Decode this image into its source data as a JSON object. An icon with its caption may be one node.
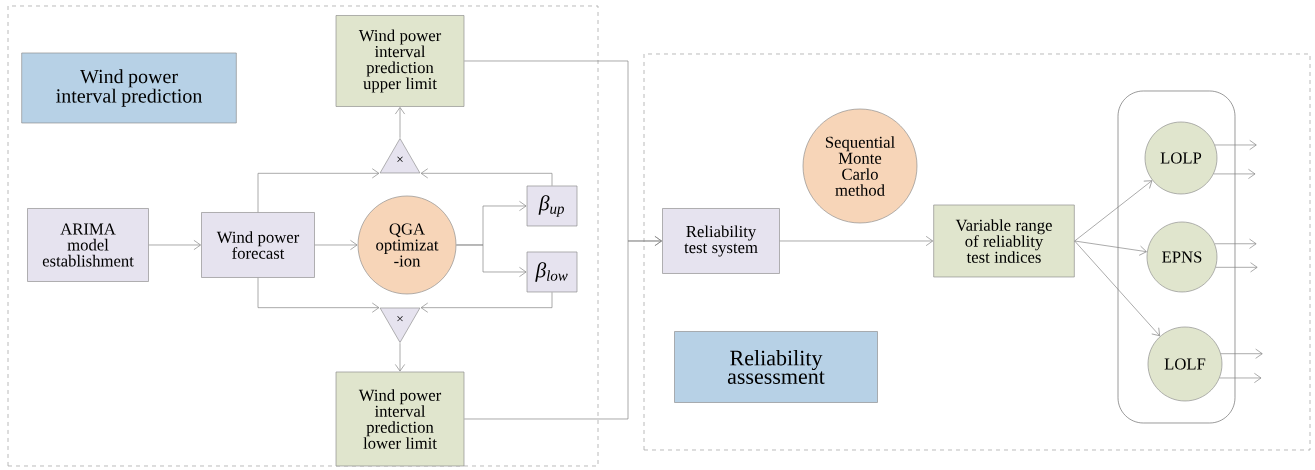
{
  "diagram": {
    "nodes": [
      {
        "text": [],
        "shape": "box"
      },
      {
        "text": [
          "Wind power interval prediction"
        ],
        "in": 0
      },
      {
        "text": [
          "Wind power interval prediction upper limit"
        ],
        "in": 0
      },
      {
        "text": [
          "×"
        ],
        "in": 0
      },
      {
        "text": [
          "ARIMA model establishment"
        ],
        "in": 0
      },
      {
        "text": [
          "Wind power forecast"
        ],
        "in": 0
      },
      {
        "text": [
          "QGA optimizat -ion"
        ],
        "in": 0
      },
      {
        "text": [
          "β$_{up}$"
        ],
        "in": 0
      },
      {
        "text": [
          "β$_{low}$"
        ],
        "in": 0
      },
      {
        "text": [
          "×"
        ],
        "in": 0
      },
      {
        "text": [
          "Wind power interval prediction lower limit"
        ],
        "in": 0
      },
      {
        "text": [],
        "shape": "box"
      },
      {
        "text": [
          "Reliability test system"
        ],
        "in": 11
      },
      {
        "text": [
          "Sequential Monte Carlo method"
        ],
        "in": 11
      },
      {
        "text": [
          "Variable range of reliablity test indices"
        ],
        "in": 11
      },
      {
        "text": [
          "Reliability assessment"
        ],
        "in": 11
      },
      {
        "text": [],
        "shape": "box",
        "in": 11
      },
      {
        "text": [
          "LOLP"
        ],
        "in": 16
      },
      {
        "text": [
          "EPNS"
        ],
        "in": 16
      },
      {
        "text": [
          "LOLF"
        ],
        "in": 16
      }
    ],
    "edges": [
      {
        "from": 4,
        "to": 5,
        "arrow": "to"
      },
      {
        "from": 5,
        "to": 6,
        "arrow": "to"
      },
      {
        "from": 6,
        "to": 7,
        "arrow": "to"
      },
      {
        "from": 6,
        "to": 8,
        "arrow": "to"
      },
      {
        "from": 5,
        "to": 3,
        "arrow": "to"
      },
      {
        "from": 7,
        "to": 3,
        "arrow": "to"
      },
      {
        "from": 3,
        "to": 2,
        "arrow": "to"
      },
      {
        "from": 5,
        "to": 9,
        "arrow": "to"
      },
      {
        "from": 8,
        "to": 9,
        "arrow": "to"
      },
      {
        "from": 9,
        "to": 10,
        "arrow": "to"
      },
      {
        "from": 2,
        "to": 12,
        "arrow": "to"
      },
      {
        "from": 10,
        "to": 12,
        "arrow": "to"
      },
      {
        "from": 12,
        "to": 14,
        "arrow": "to"
      },
      {
        "from": 14,
        "to": 17,
        "arrow": "to"
      },
      {
        "from": 14,
        "to": 18,
        "arrow": "to"
      },
      {
        "from": 14,
        "to": 19,
        "arrow": "to"
      },
      {
        "from": 17,
        "to": null,
        "arrow": "to"
      },
      {
        "from": 17,
        "to": null,
        "arrow": "to"
      },
      {
        "from": 18,
        "to": null,
        "arrow": "to"
      },
      {
        "from": 18,
        "to": null,
        "arrow": "to"
      },
      {
        "from": 19,
        "to": null,
        "arrow": "to"
      },
      {
        "from": 19,
        "to": null,
        "arrow": "to"
      }
    ]
  }
}
